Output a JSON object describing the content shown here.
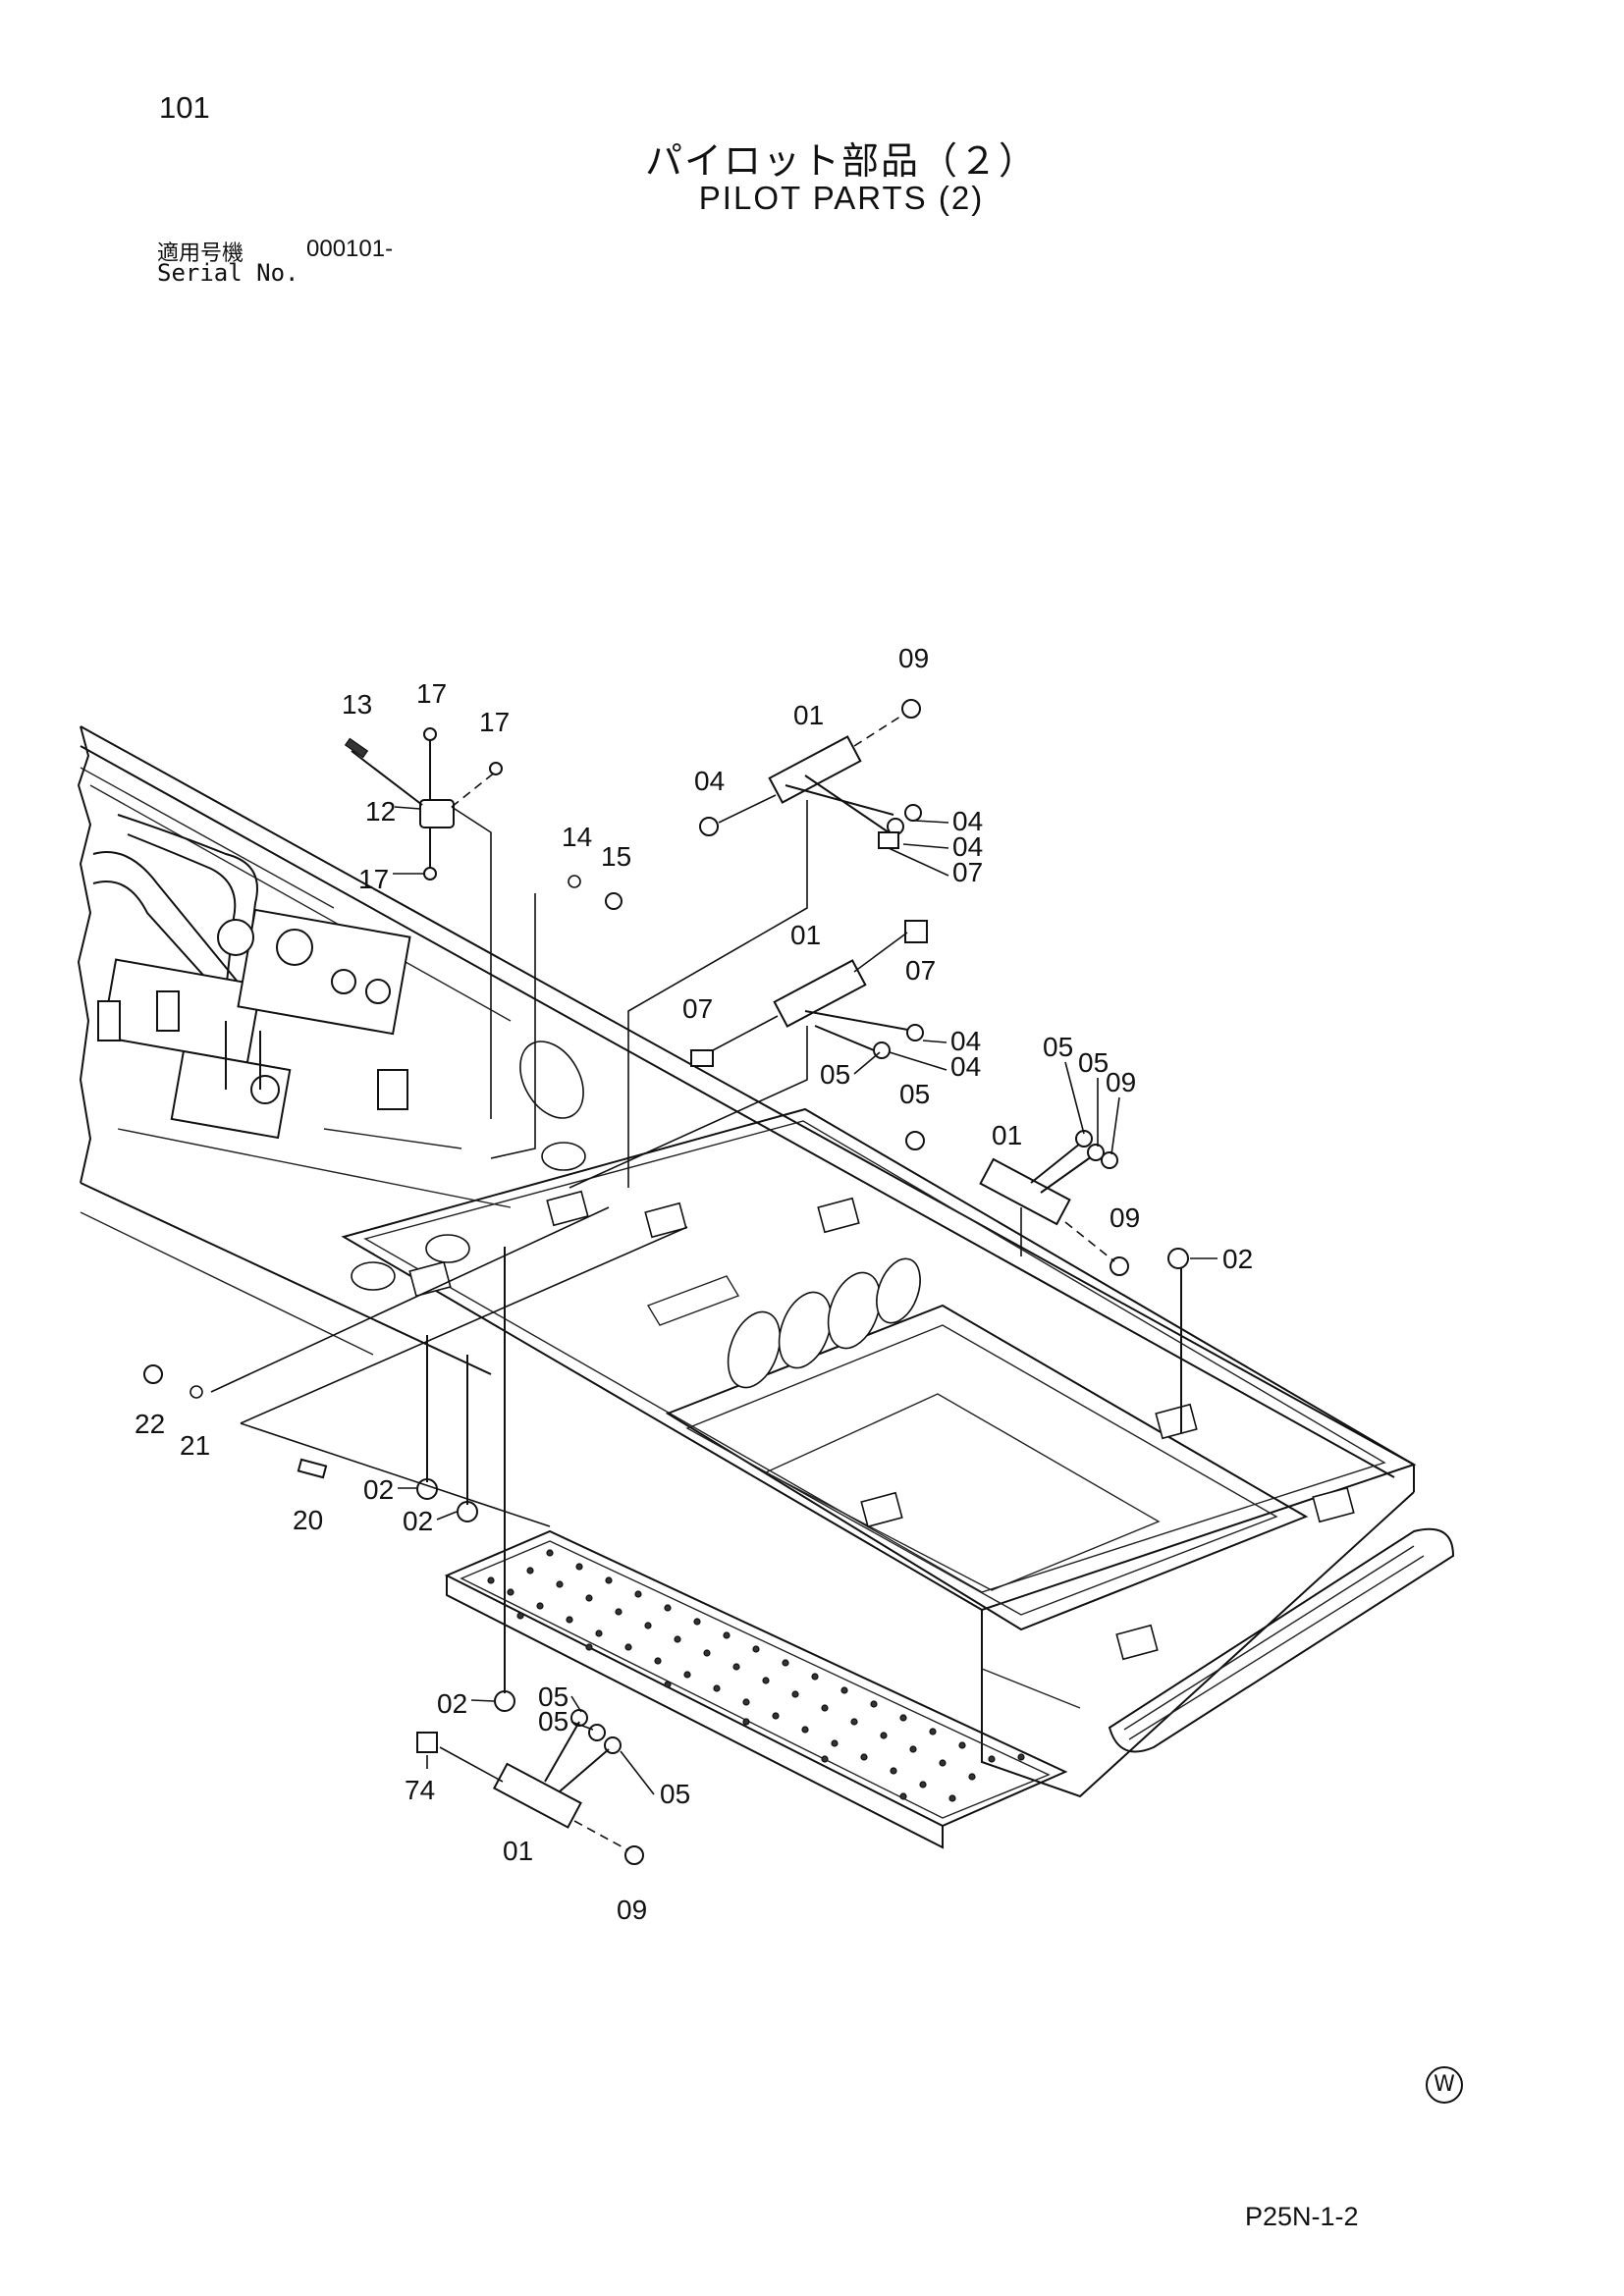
{
  "page_number": "101",
  "title": {
    "japanese": "パイロット部品（２）",
    "english": "PILOT PARTS (2)"
  },
  "serial": {
    "japanese_label": "適用号機",
    "english_label": "Serial No.",
    "value": "000101-"
  },
  "callouts": [
    {
      "id": "c-13",
      "text": "13"
    },
    {
      "id": "c-17a",
      "text": "17"
    },
    {
      "id": "c-17b",
      "text": "17"
    },
    {
      "id": "c-12",
      "text": "12"
    },
    {
      "id": "c-17c",
      "text": "17"
    },
    {
      "id": "c-14",
      "text": "14"
    },
    {
      "id": "c-15",
      "text": "15"
    },
    {
      "id": "c-09a",
      "text": "09"
    },
    {
      "id": "c-01a",
      "text": "01"
    },
    {
      "id": "c-04a",
      "text": "04"
    },
    {
      "id": "c-04b",
      "text": "04"
    },
    {
      "id": "c-04c",
      "text": "04"
    },
    {
      "id": "c-07a",
      "text": "07"
    },
    {
      "id": "c-01b",
      "text": "01"
    },
    {
      "id": "c-07b",
      "text": "07"
    },
    {
      "id": "c-07c",
      "text": "07"
    },
    {
      "id": "c-04d",
      "text": "04"
    },
    {
      "id": "c-04e",
      "text": "04"
    },
    {
      "id": "c-05a",
      "text": "05"
    },
    {
      "id": "c-05b",
      "text": "05"
    },
    {
      "id": "c-05c",
      "text": "05"
    },
    {
      "id": "c-09b",
      "text": "09"
    },
    {
      "id": "c-05d",
      "text": "05"
    },
    {
      "id": "c-01c",
      "text": "01"
    },
    {
      "id": "c-09c",
      "text": "09"
    },
    {
      "id": "c-02a",
      "text": "02"
    },
    {
      "id": "c-22",
      "text": "22"
    },
    {
      "id": "c-21",
      "text": "21"
    },
    {
      "id": "c-20",
      "text": "20"
    },
    {
      "id": "c-02b",
      "text": "02"
    },
    {
      "id": "c-02c",
      "text": "02"
    },
    {
      "id": "c-02d",
      "text": "02"
    },
    {
      "id": "c-05e",
      "text": "05"
    },
    {
      "id": "c-05f",
      "text": "05"
    },
    {
      "id": "c-05g",
      "text": "05"
    },
    {
      "id": "c-74",
      "text": "74"
    },
    {
      "id": "c-01d",
      "text": "01"
    },
    {
      "id": "c-09d",
      "text": "09"
    }
  ],
  "footer": {
    "mark": "W",
    "code": "P25N-1-2"
  }
}
